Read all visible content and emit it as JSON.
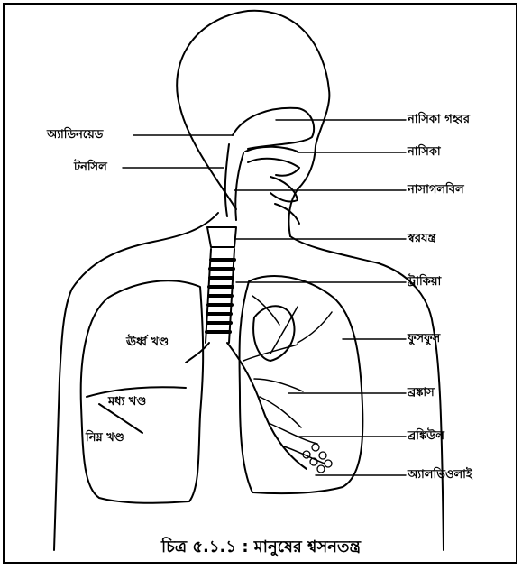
{
  "labels": {
    "adenoid": "অ্যাডিনয়েড",
    "tonsil": "টনসিল",
    "nasal_cavity": "নাসিকা গহ্বর",
    "nose": "নাসিকা",
    "nasopharynx": "নাসাগলবিল",
    "larynx": "স্বরযন্ত্র",
    "trachea": "ট্রাকিয়া",
    "lungs": "ফুসফুস",
    "bronchus": "ব্রঙ্কাস",
    "bronchiole": "ব্রঙ্কিউল",
    "alveoli": "অ্যালভিওলাই",
    "upper_lobe": "ঊর্ধ্ব খণ্ড",
    "middle_lobe": "মধ্য খণ্ড",
    "lower_lobe": "নিম্ন খণ্ড"
  },
  "caption": "চিত্র ৫.১.১ : মানুষের শ্বসনতন্ত্র"
}
